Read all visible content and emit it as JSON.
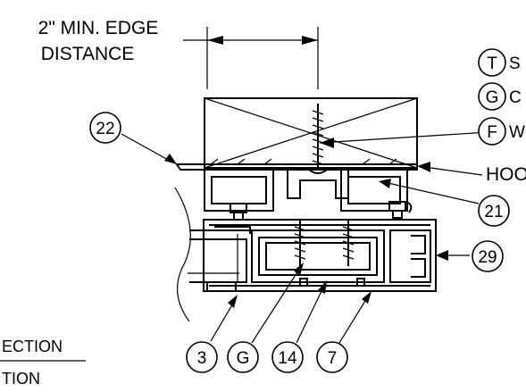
{
  "dimension_note": {
    "line1": "2\" MIN. EDGE",
    "line2": "DISTANCE"
  },
  "callouts": {
    "t": "T",
    "g_right": "G",
    "f": "F",
    "c22": "22",
    "c21": "21",
    "c29": "29",
    "c3": "3",
    "g_bottom": "G",
    "c14": "14",
    "c7": "7"
  },
  "partial_labels": {
    "t_text": "S",
    "g_text": "C",
    "f_text": "W",
    "hook": "HOO",
    "section": "ECTION",
    "section2": "TION"
  }
}
